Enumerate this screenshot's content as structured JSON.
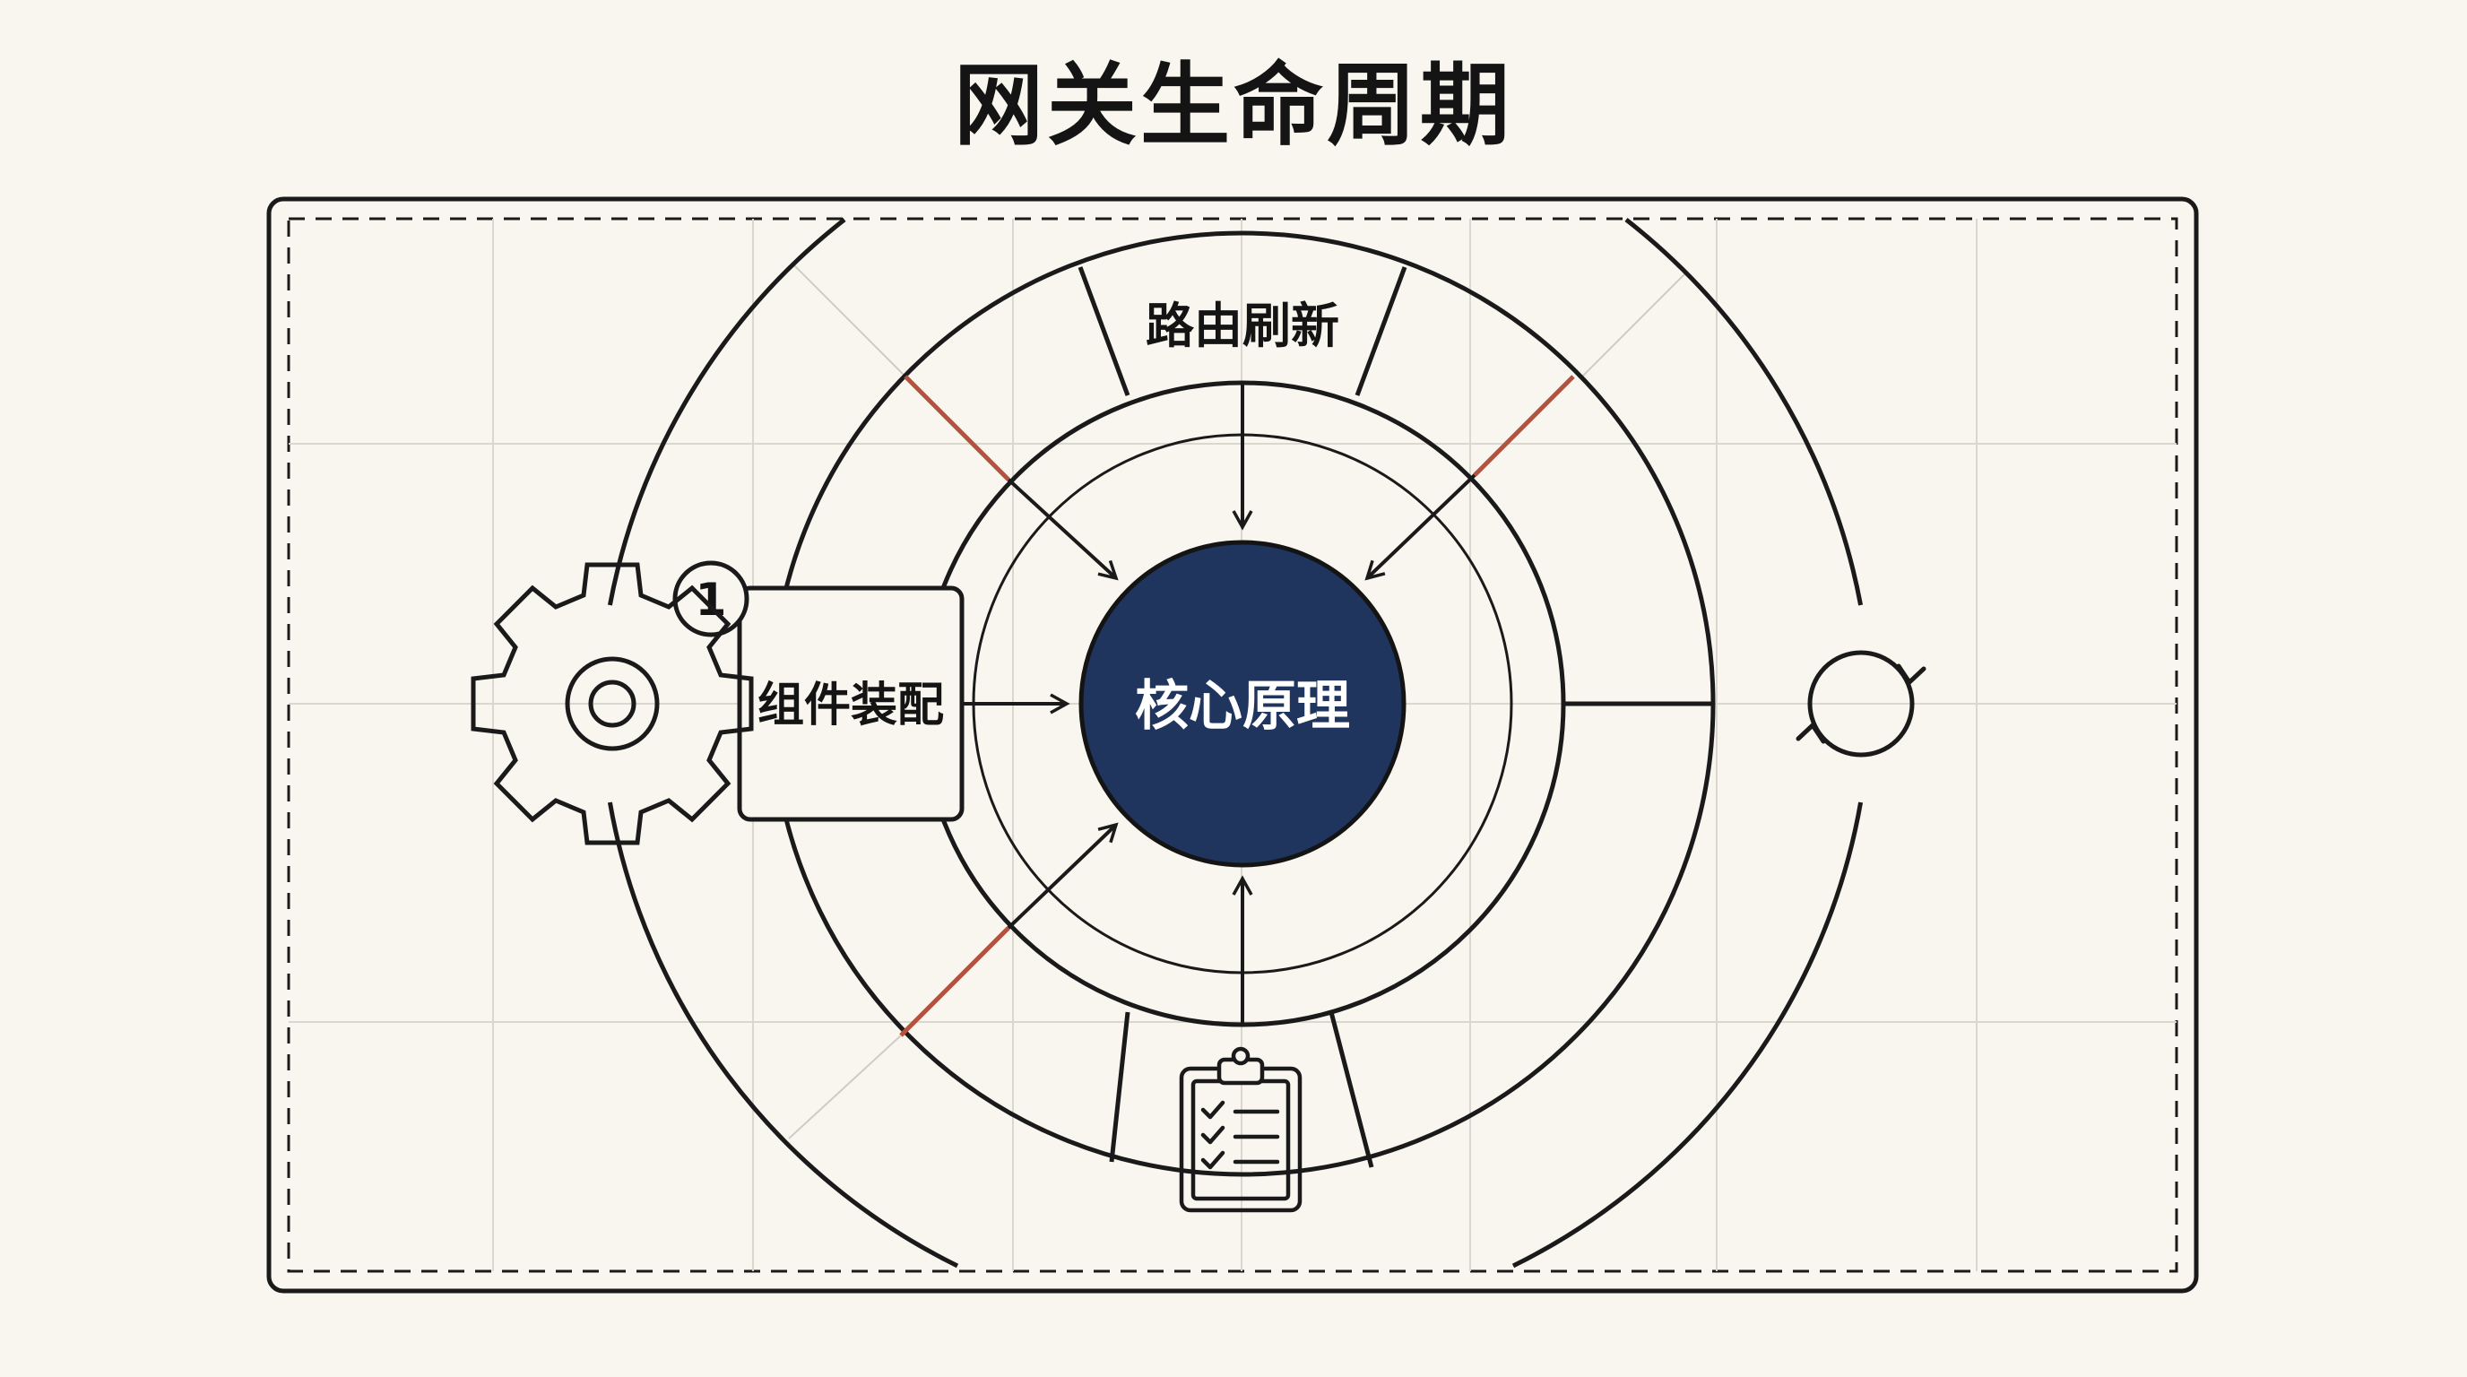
{
  "title": "网关生命周期",
  "diagram": {
    "center_label": "核心原理",
    "top_segment_label": "路由刷新",
    "left_box_label": "组件装配",
    "badge_number": "1",
    "icons": {
      "left": "gear-icon",
      "right": "refresh-cycle-icon",
      "bottom": "clipboard-checklist-icon"
    },
    "colors": {
      "background": "#f8f6ee",
      "stroke": "#1a1a1a",
      "center_fill": "#1f355e",
      "center_text": "#ffffff",
      "accent_line": "#b5523f",
      "grid_line": "#dad7cf"
    }
  }
}
